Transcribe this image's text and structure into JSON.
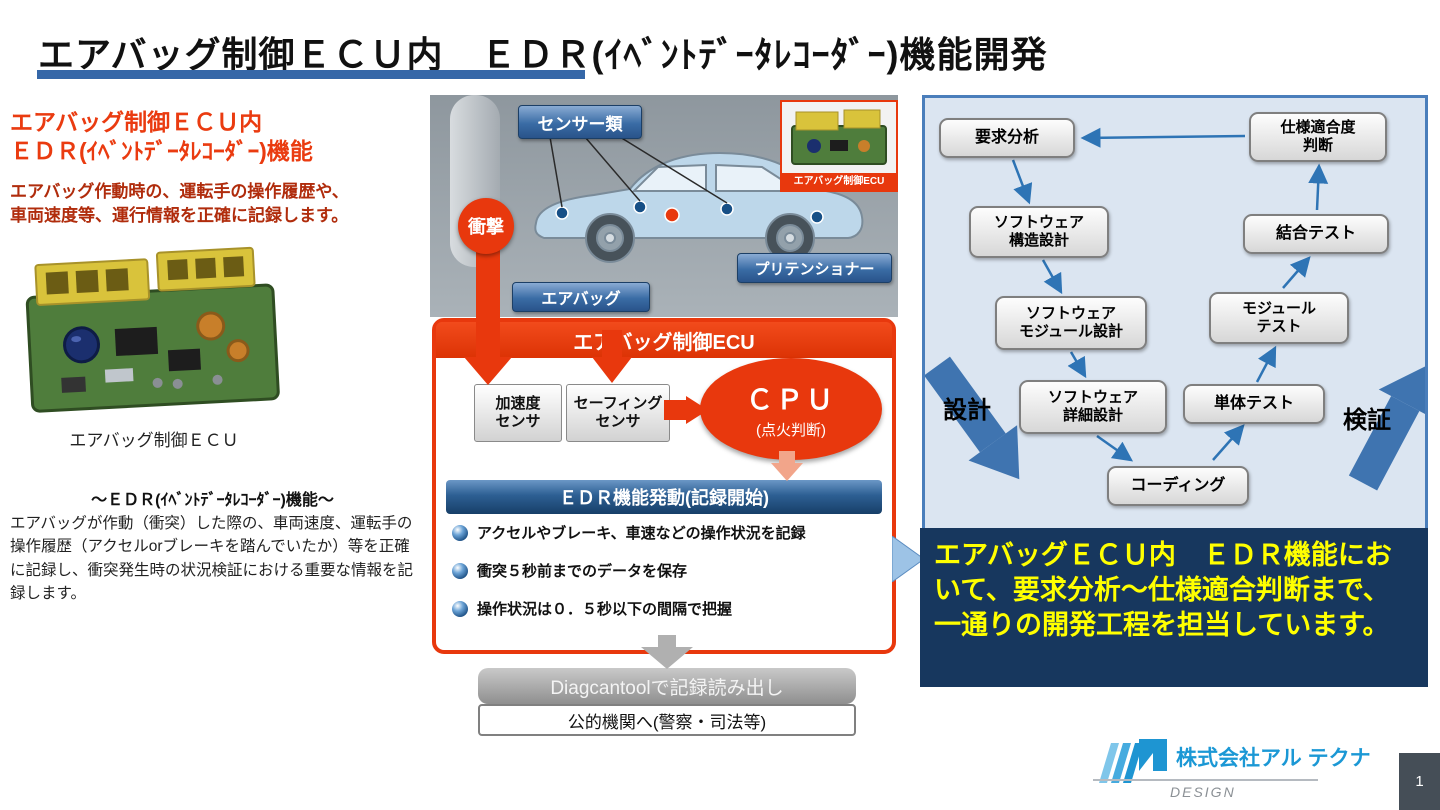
{
  "colors": {
    "accent_red": "#e8380d",
    "accent_blue": "#2e74b5",
    "panel_blue_bg": "#dbe5f1",
    "summary_bg": "#17375e",
    "highlight_yellow": "#ffff00",
    "brand_blue": "#1e95d2"
  },
  "title": "エアバッグ制御ＥＣＵ内　ＥＤＲ(ｲﾍﾞﾝﾄﾃﾞｰﾀﾚｺｰﾀﾞｰ)機能開発",
  "left": {
    "heading": "エアバッグ制御ＥＣＵ内\nＥＤＲ(ｲﾍﾞﾝﾄﾃﾞｰﾀﾚｺｰﾀﾞｰ)機能",
    "lead": "エアバッグ作動時の、運転手の操作履歴や、\n車両速度等、運行情報を正確に記録します。",
    "board_caption": "エアバッグ制御ＥＣＵ",
    "edr_section_title": "～ＥＤＲ(ｲﾍﾞﾝﾄﾃﾞｰﾀﾚｺｰﾀﾞｰ)機能～",
    "edr_section_body": "エアバッグが作動（衝突）した際の、車両速度、運転手の操作履歴（アクセルorブレーキを踏んでいたか）等を正確に記録し、衝突発生時の状況検証における重要な情報を記録します。"
  },
  "diagram": {
    "sensors_label": "センサー類",
    "shock_label": "衝撃",
    "pretensioner_label": "プリテンショナー",
    "airbag_label": "エアバッグ",
    "inset_caption": "エアバッグ制御ECU",
    "ecu_title": "エアバッグ制御ECU",
    "accel_sensor": "加速度\nセンサ",
    "safing_sensor": "セーフィング\nセンサ",
    "cpu_label": "ＣＰＵ",
    "cpu_sub": "(点火判断)",
    "edr_banner": "ＥＤＲ機能発動(記録開始)",
    "bullets": [
      "アクセルやブレーキ、車速などの操作状況を記録",
      "衝突５秒前までのデータを保存",
      "操作状況は０．５秒以下の間隔で把握"
    ],
    "readout_label": "Diagcantoolで記録読み出し",
    "authority_label": "公的機関へ(警察・司法等)"
  },
  "vmodel": {
    "requirements": "要求分析",
    "conformance": "仕様適合度\n判断",
    "sw_architecture": "ソフトウェア\n構造設計",
    "integration_test": "結合テスト",
    "sw_module_design": "ソフトウェア\nモジュール設計",
    "module_test": "モジュール\nテスト",
    "sw_detail_design": "ソフトウェア\n詳細設計",
    "unit_test": "単体テスト",
    "coding": "コーディング",
    "design_label": "設計",
    "verify_label": "検証",
    "summary": "エアバッグＥＣＵ内　ＥＤＲ機能において、要求分析～仕様適合判断まで、一通りの開発工程を担当しています。"
  },
  "footer": {
    "company": "株式会社アル テクナ",
    "brand_sub": "DESIGN",
    "page_number": "1"
  }
}
